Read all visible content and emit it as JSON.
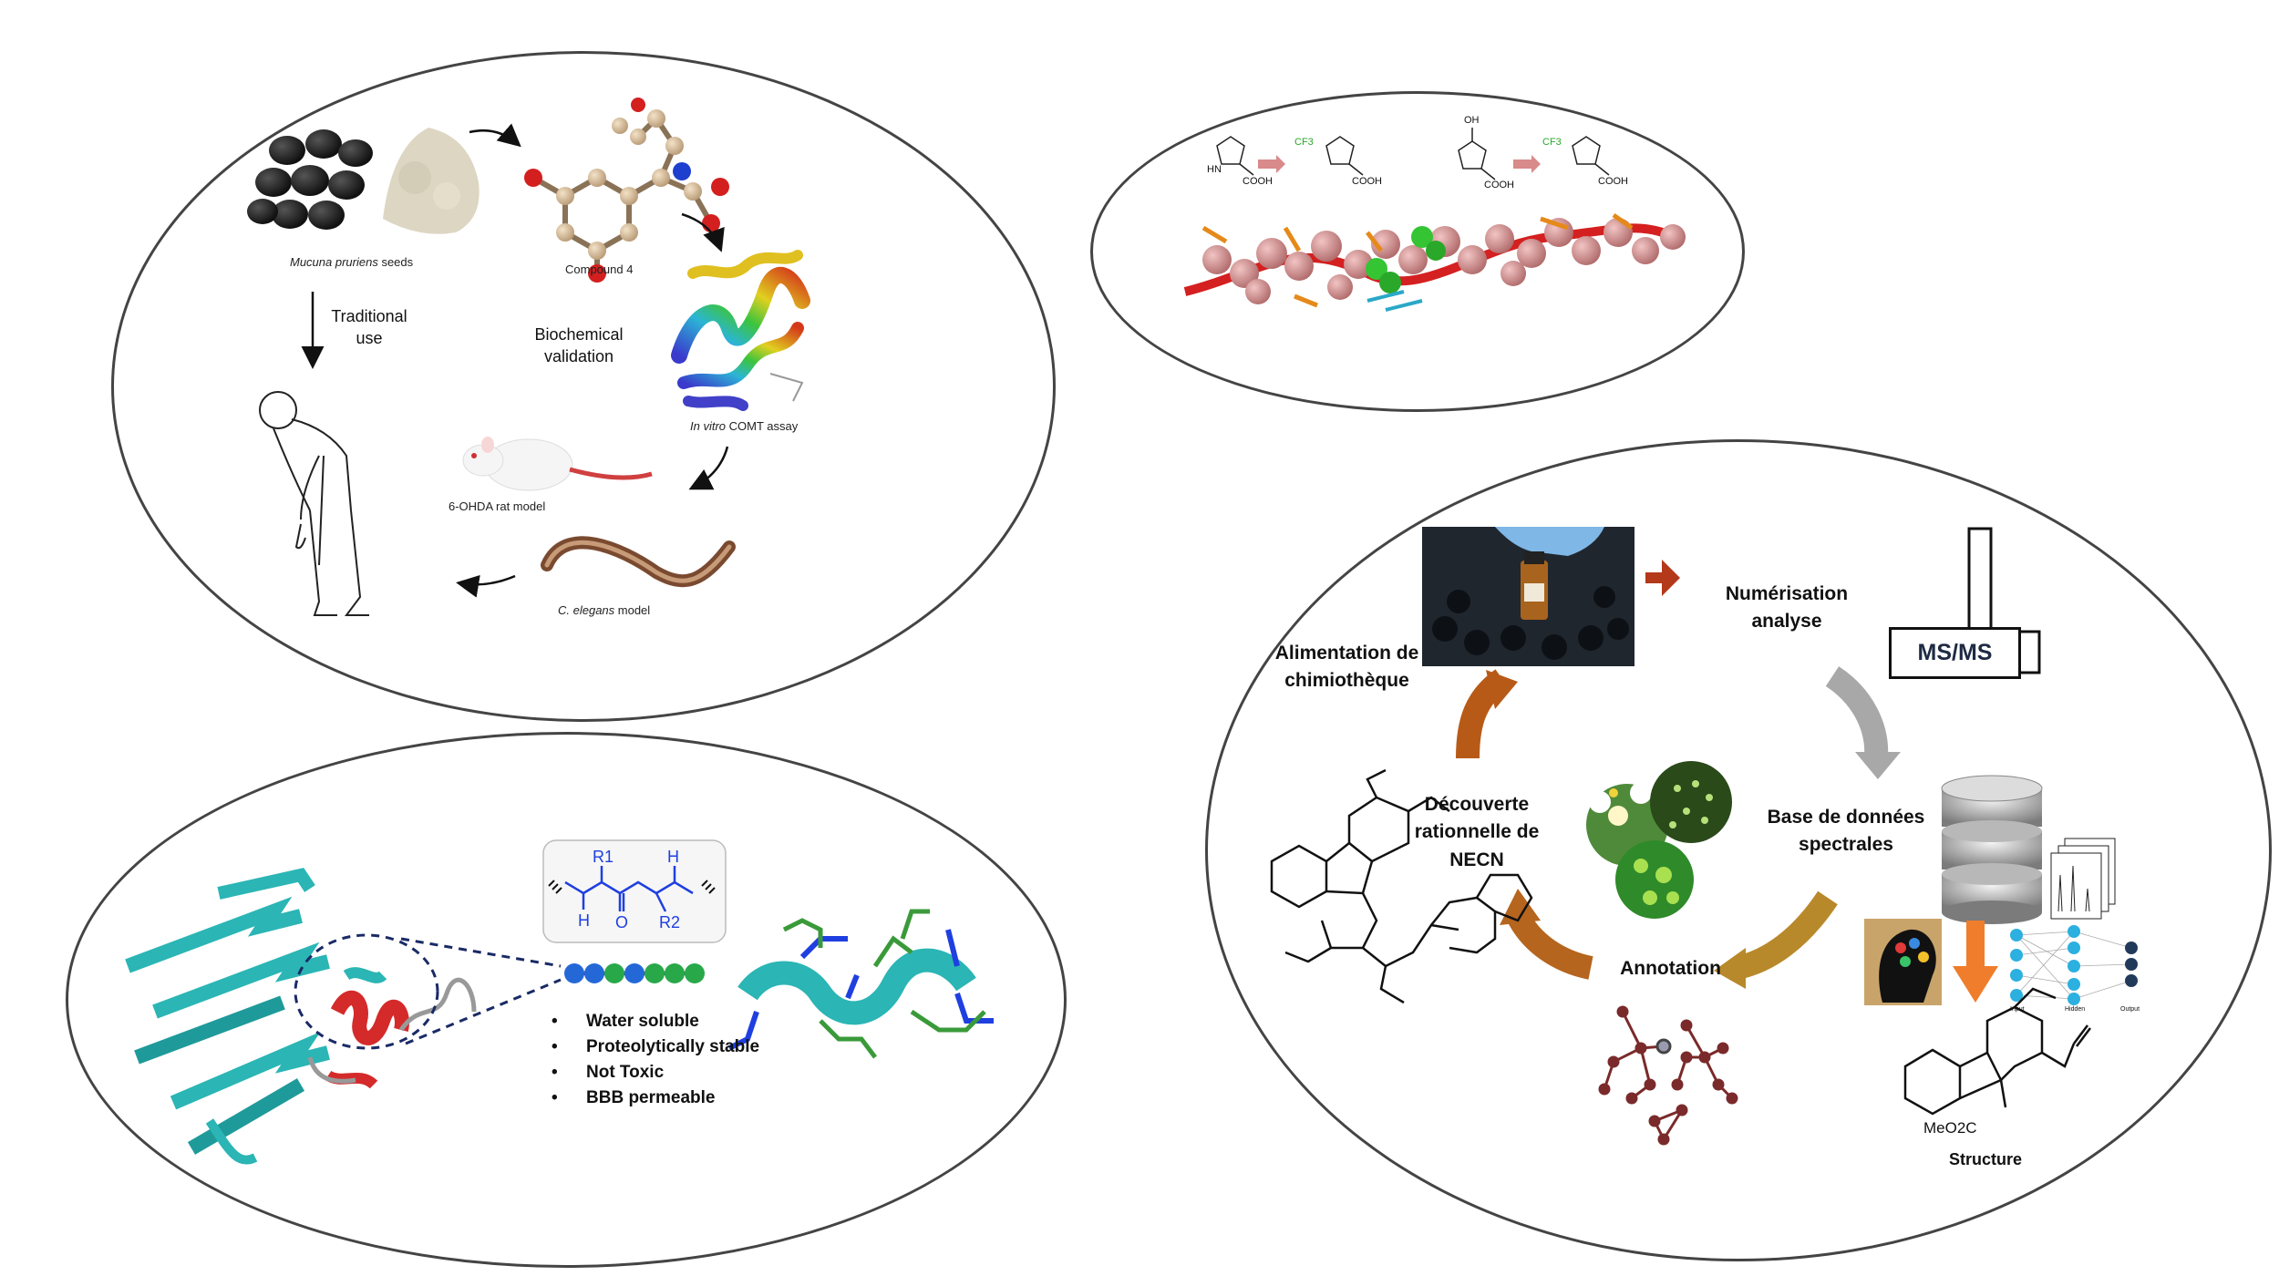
{
  "panel_tl": {
    "seeds_label_italic": "Mucuna pruriens",
    "seeds_label_rest": " seeds",
    "compound_label": "Compound 4",
    "traditional_use": "Traditional use",
    "biochemical_validation": "Biochemical validation",
    "comt_label_italic": "In vitro",
    "comt_label_rest": " COMT assay",
    "rat_label": "6-OHDA rat model",
    "elegans_label_italic": "C. elegans",
    "elegans_label_rest": " model"
  },
  "panel_tr": {
    "mol1_text": "HN",
    "mol1_acid": "COOH",
    "cf3": "CF3",
    "mol2_acid": "COOH",
    "oh": "OH",
    "mol3_acid": "COOH",
    "mol4_acid": "COOH"
  },
  "panel_bl": {
    "r1": "R1",
    "r2": "R2",
    "nh_top": "H",
    "nh_bottom": "H",
    "o_label": "O",
    "properties": [
      "Water soluble",
      "Proteolytically stable",
      "Not Toxic",
      "BBB permeable"
    ]
  },
  "panel_br": {
    "alimentation": "Alimentation de chimiothèque",
    "numerisation": "Numérisation analyse",
    "msms": "MS/MS",
    "base": "Base de données spectrales",
    "decouverte": "Découverte rationnelle de NECN",
    "annotation": "Annotation",
    "structure": "Structure",
    "meo2c": "MeO2C",
    "nn_input": "Input",
    "nn_hidden": "Hidden",
    "nn_output": "Output"
  },
  "colors": {
    "brown_arrow": "#b85a17",
    "grey_arrow": "#a8a8a8",
    "olive_arrow": "#b8892a",
    "orange_arrow": "#ef7d2b",
    "helix_red": "#d42a2a",
    "teal_sheet": "#2bb5b5",
    "network_node": "#7a2a2a",
    "blue_bond": "#1f3fe0"
  }
}
